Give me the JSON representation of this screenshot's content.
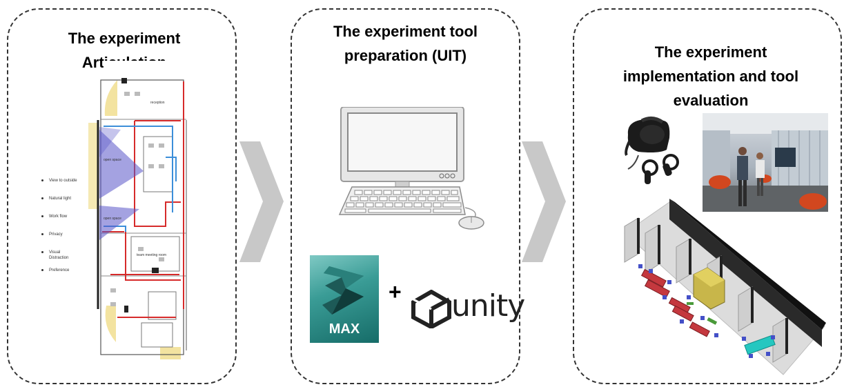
{
  "panels": [
    {
      "title_lines": [
        "The experiment",
        "Articulation"
      ]
    },
    {
      "title_lines": [
        "The experiment tool",
        "preparation (UIT)"
      ]
    },
    {
      "title_lines": [
        "The experiment",
        "implementation and tool",
        "evaluation"
      ]
    }
  ],
  "floor_plan": {
    "legend": [
      "View to outside",
      "Natural light",
      "Work flow",
      "Privacy",
      "Visual Distraction",
      "Preference"
    ],
    "room_labels": [
      "reception",
      "open space",
      "open space",
      "team meeting room"
    ]
  },
  "software": {
    "max_label": "MAX",
    "plus": "+",
    "unity_label": "unity"
  },
  "colors": {
    "arrow": "#c8c8c8",
    "wall_red": "#d62a2a",
    "wall_blue": "#3b8ed9",
    "view_cone": "#5a55c8",
    "window_yellow": "#f3e3a0"
  }
}
